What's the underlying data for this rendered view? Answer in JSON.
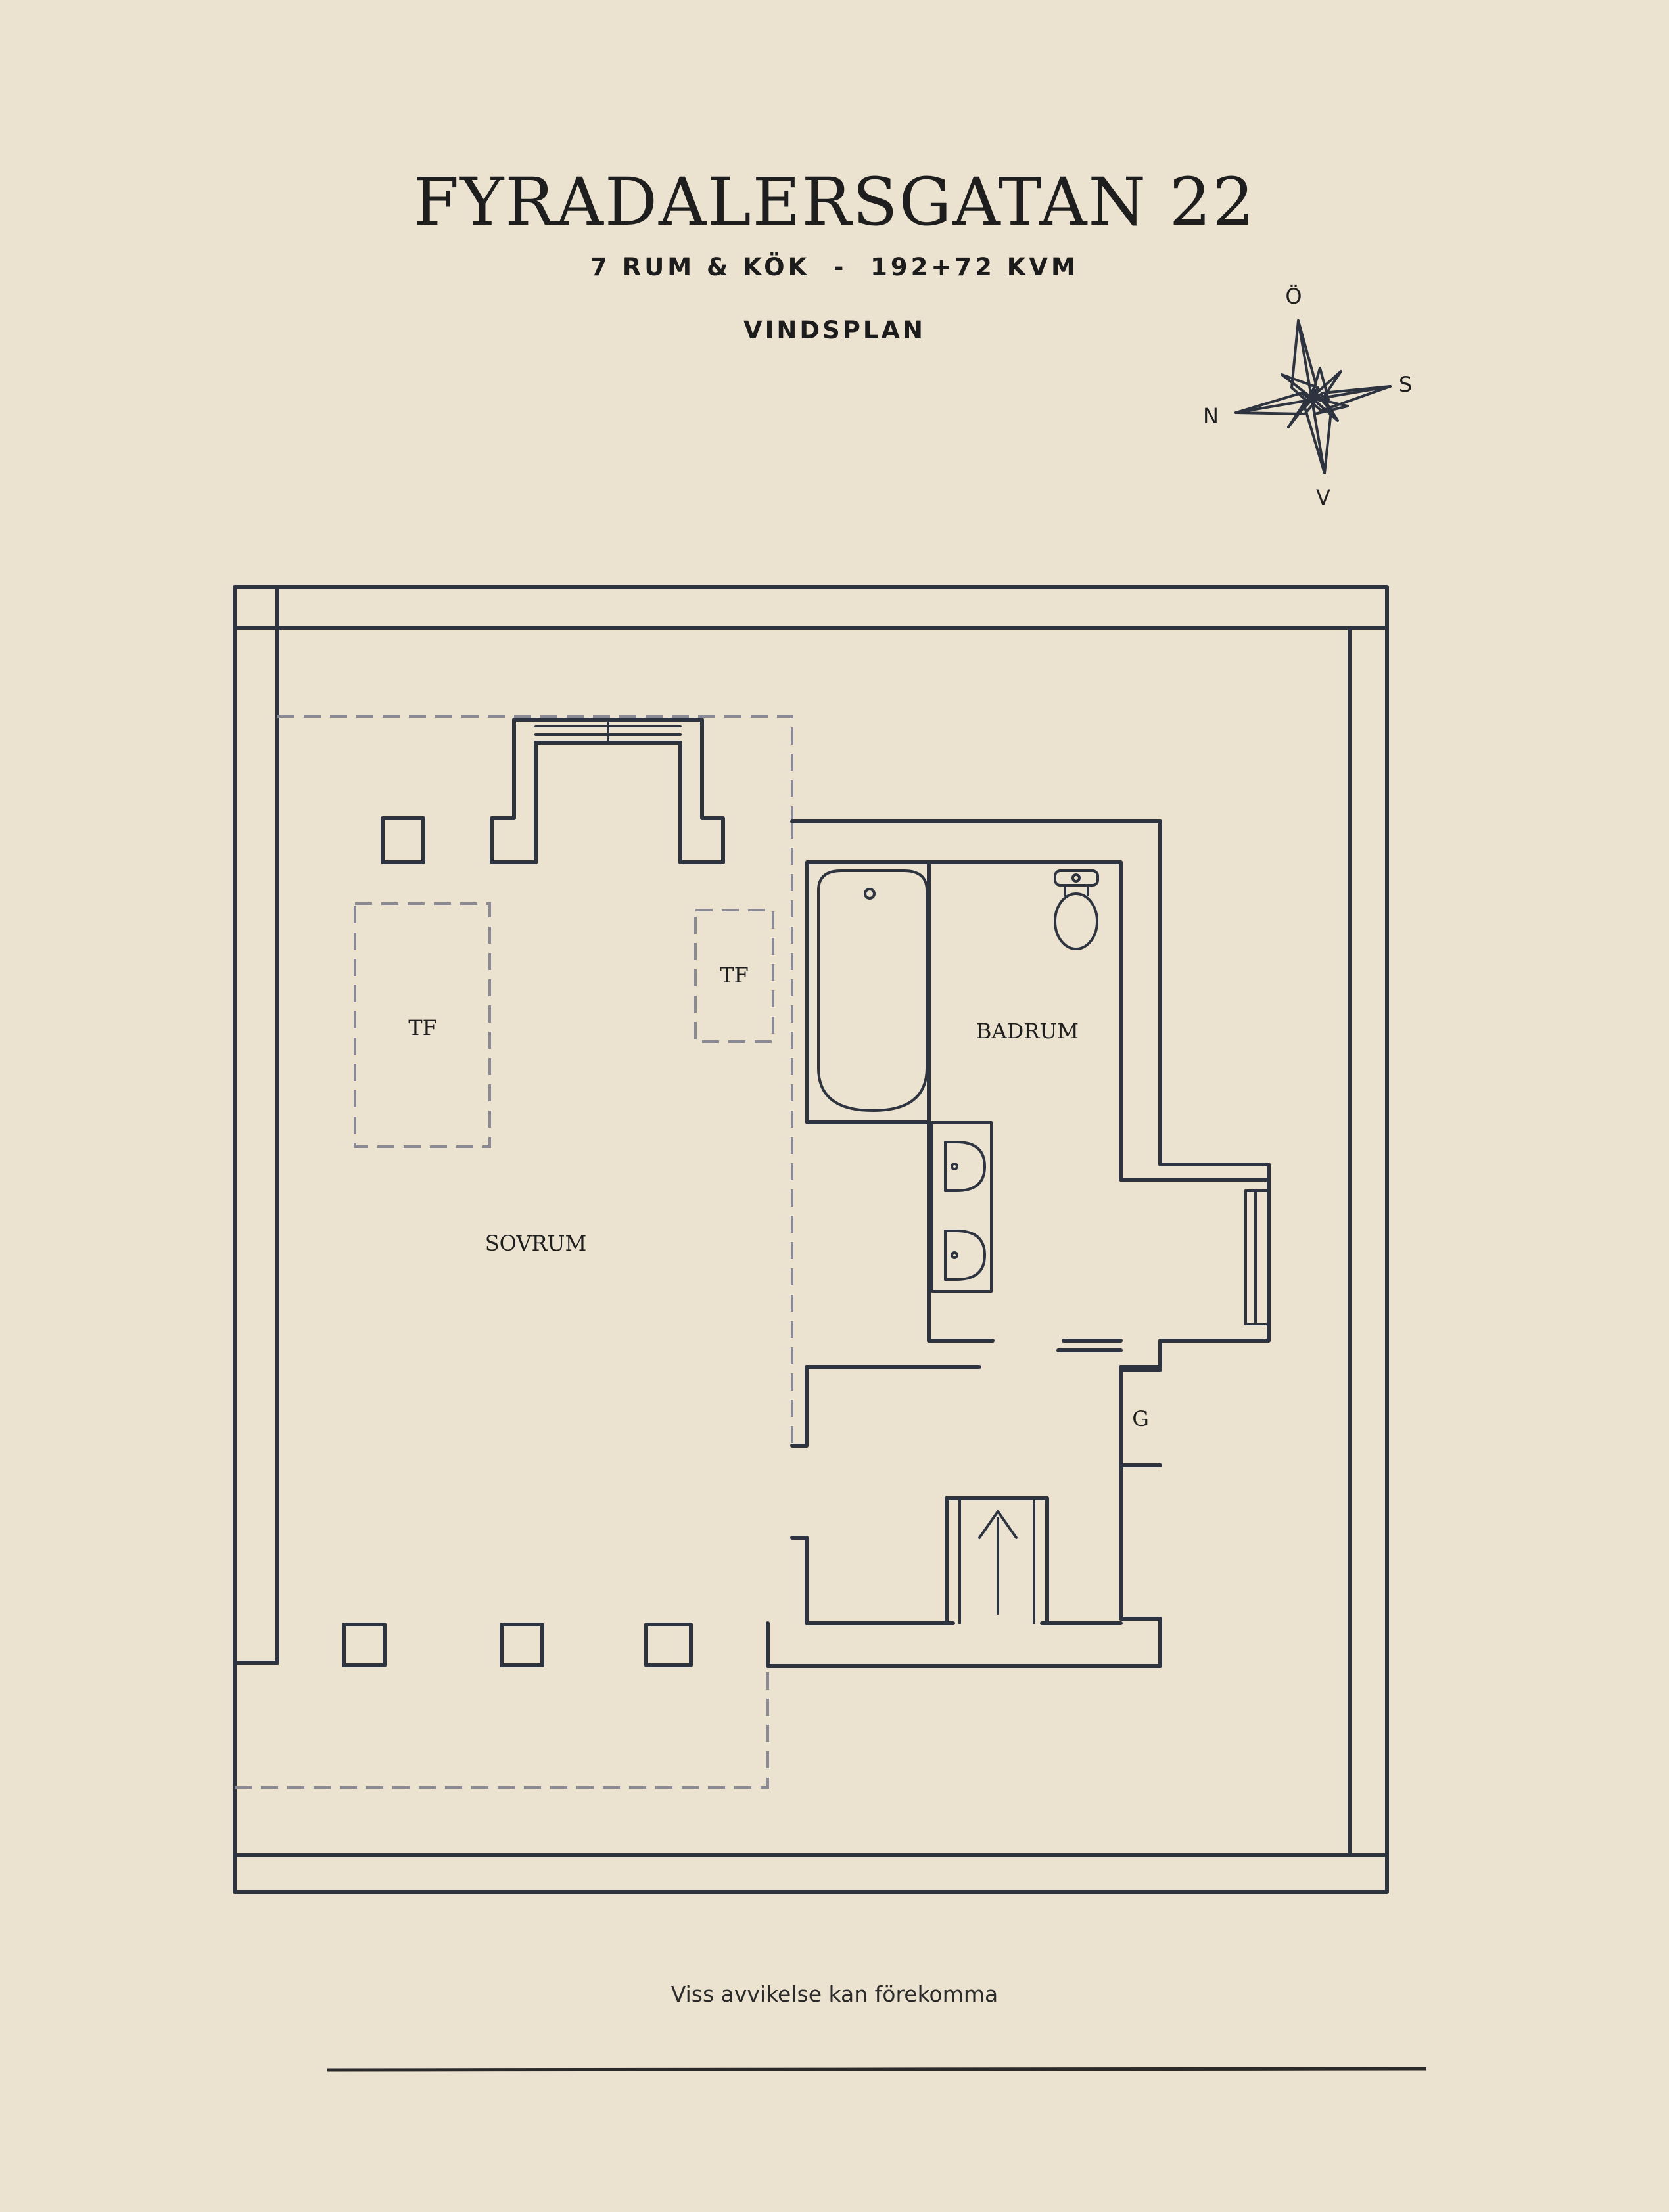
{
  "header": {
    "title": "FYRADALERSGATAN 22",
    "subtitle": "7 RUM & KÖK  -  192+72 KVM",
    "level": "VINDSPLAN"
  },
  "compass": {
    "north": "N",
    "east": "Ö",
    "south": "S",
    "west": "V"
  },
  "rooms": {
    "bedroom": "SOVRUM",
    "bathroom": "BADRUM",
    "tf_left": "TF",
    "tf_right": "TF",
    "g": "G"
  },
  "footer": {
    "disclaimer": "Viss avvikelse kan förekomma"
  },
  "colors": {
    "background": "#ebe2d0",
    "line": "#2e3340",
    "dashed": "#8a8996"
  }
}
